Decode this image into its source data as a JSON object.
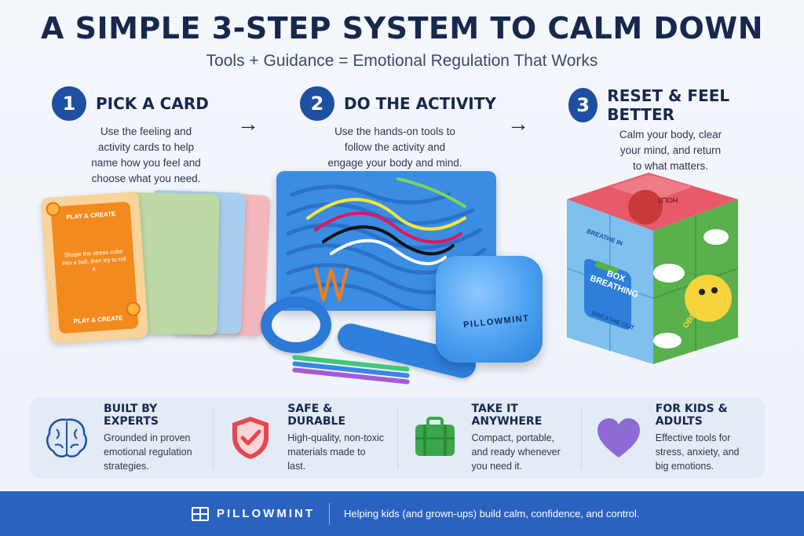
{
  "header": {
    "title": "A SIMPLE 3-STEP SYSTEM TO CALM DOWN",
    "subtitle": "Tools + Guidance = Emotional Regulation That Works"
  },
  "steps": [
    {
      "number": "1",
      "title": "PICK A CARD",
      "desc_lines": [
        "Use the feeling and",
        "activity cards to help",
        "name how you feel and",
        "choose what you need."
      ]
    },
    {
      "number": "2",
      "title": "DO THE ACTIVITY",
      "desc_lines": [
        "Use the hands-on tools to",
        "follow the activity and",
        "engage your body and mind."
      ]
    },
    {
      "number": "3",
      "title": "RESET & FEEL BETTER",
      "desc_lines": [
        "Calm your body, clear",
        "your mind, and return",
        "to what matters."
      ]
    }
  ],
  "arrows": [
    "→",
    "→"
  ],
  "card": {
    "top_label": "PLAY & CREATE",
    "body": "Shape the stress cube into a ball, then try to roll it.",
    "bottom_label": "PLAY & CREATE"
  },
  "soft_cube_label": "PILLOWMINT",
  "magic_cube": {
    "breathe_in": "BREATHE IN",
    "box_line1": "BOX",
    "box_line2": "BREATHING",
    "breathe_out": "BREATHE OUT",
    "observe": "OBSERVE",
    "hold": "HOLD"
  },
  "features": [
    {
      "icon": "brain-icon",
      "title": "BUILT BY EXPERTS",
      "desc_lines": [
        "Grounded in proven",
        "emotional regulation",
        "strategies."
      ]
    },
    {
      "icon": "shield-check-icon",
      "title": "SAFE & DURABLE",
      "desc_lines": [
        "High-quality, non-toxic",
        "materials made to",
        "last."
      ]
    },
    {
      "icon": "suitcase-icon",
      "title": "TAKE IT ANYWHERE",
      "desc_lines": [
        "Compact, portable,",
        "and ready whenever",
        "you need it."
      ]
    },
    {
      "icon": "heart-icon",
      "title": "FOR KIDS & ADULTS",
      "desc_lines": [
        "Effective tools for",
        "stress, anxiety, and",
        "big emotions."
      ]
    }
  ],
  "footer": {
    "brand": "PILLOWMINT",
    "tagline": "Helping kids (and grown-ups) build calm, confidence, and control."
  },
  "colors": {
    "navy": "#17284d",
    "step_blue": "#1f4fa0",
    "footer_blue": "#2b62c0",
    "card_orange": "#f28a1e",
    "shield_red": "#e8464f",
    "suitcase_green": "#3aa84a",
    "heart_purple": "#8f6ad6"
  }
}
